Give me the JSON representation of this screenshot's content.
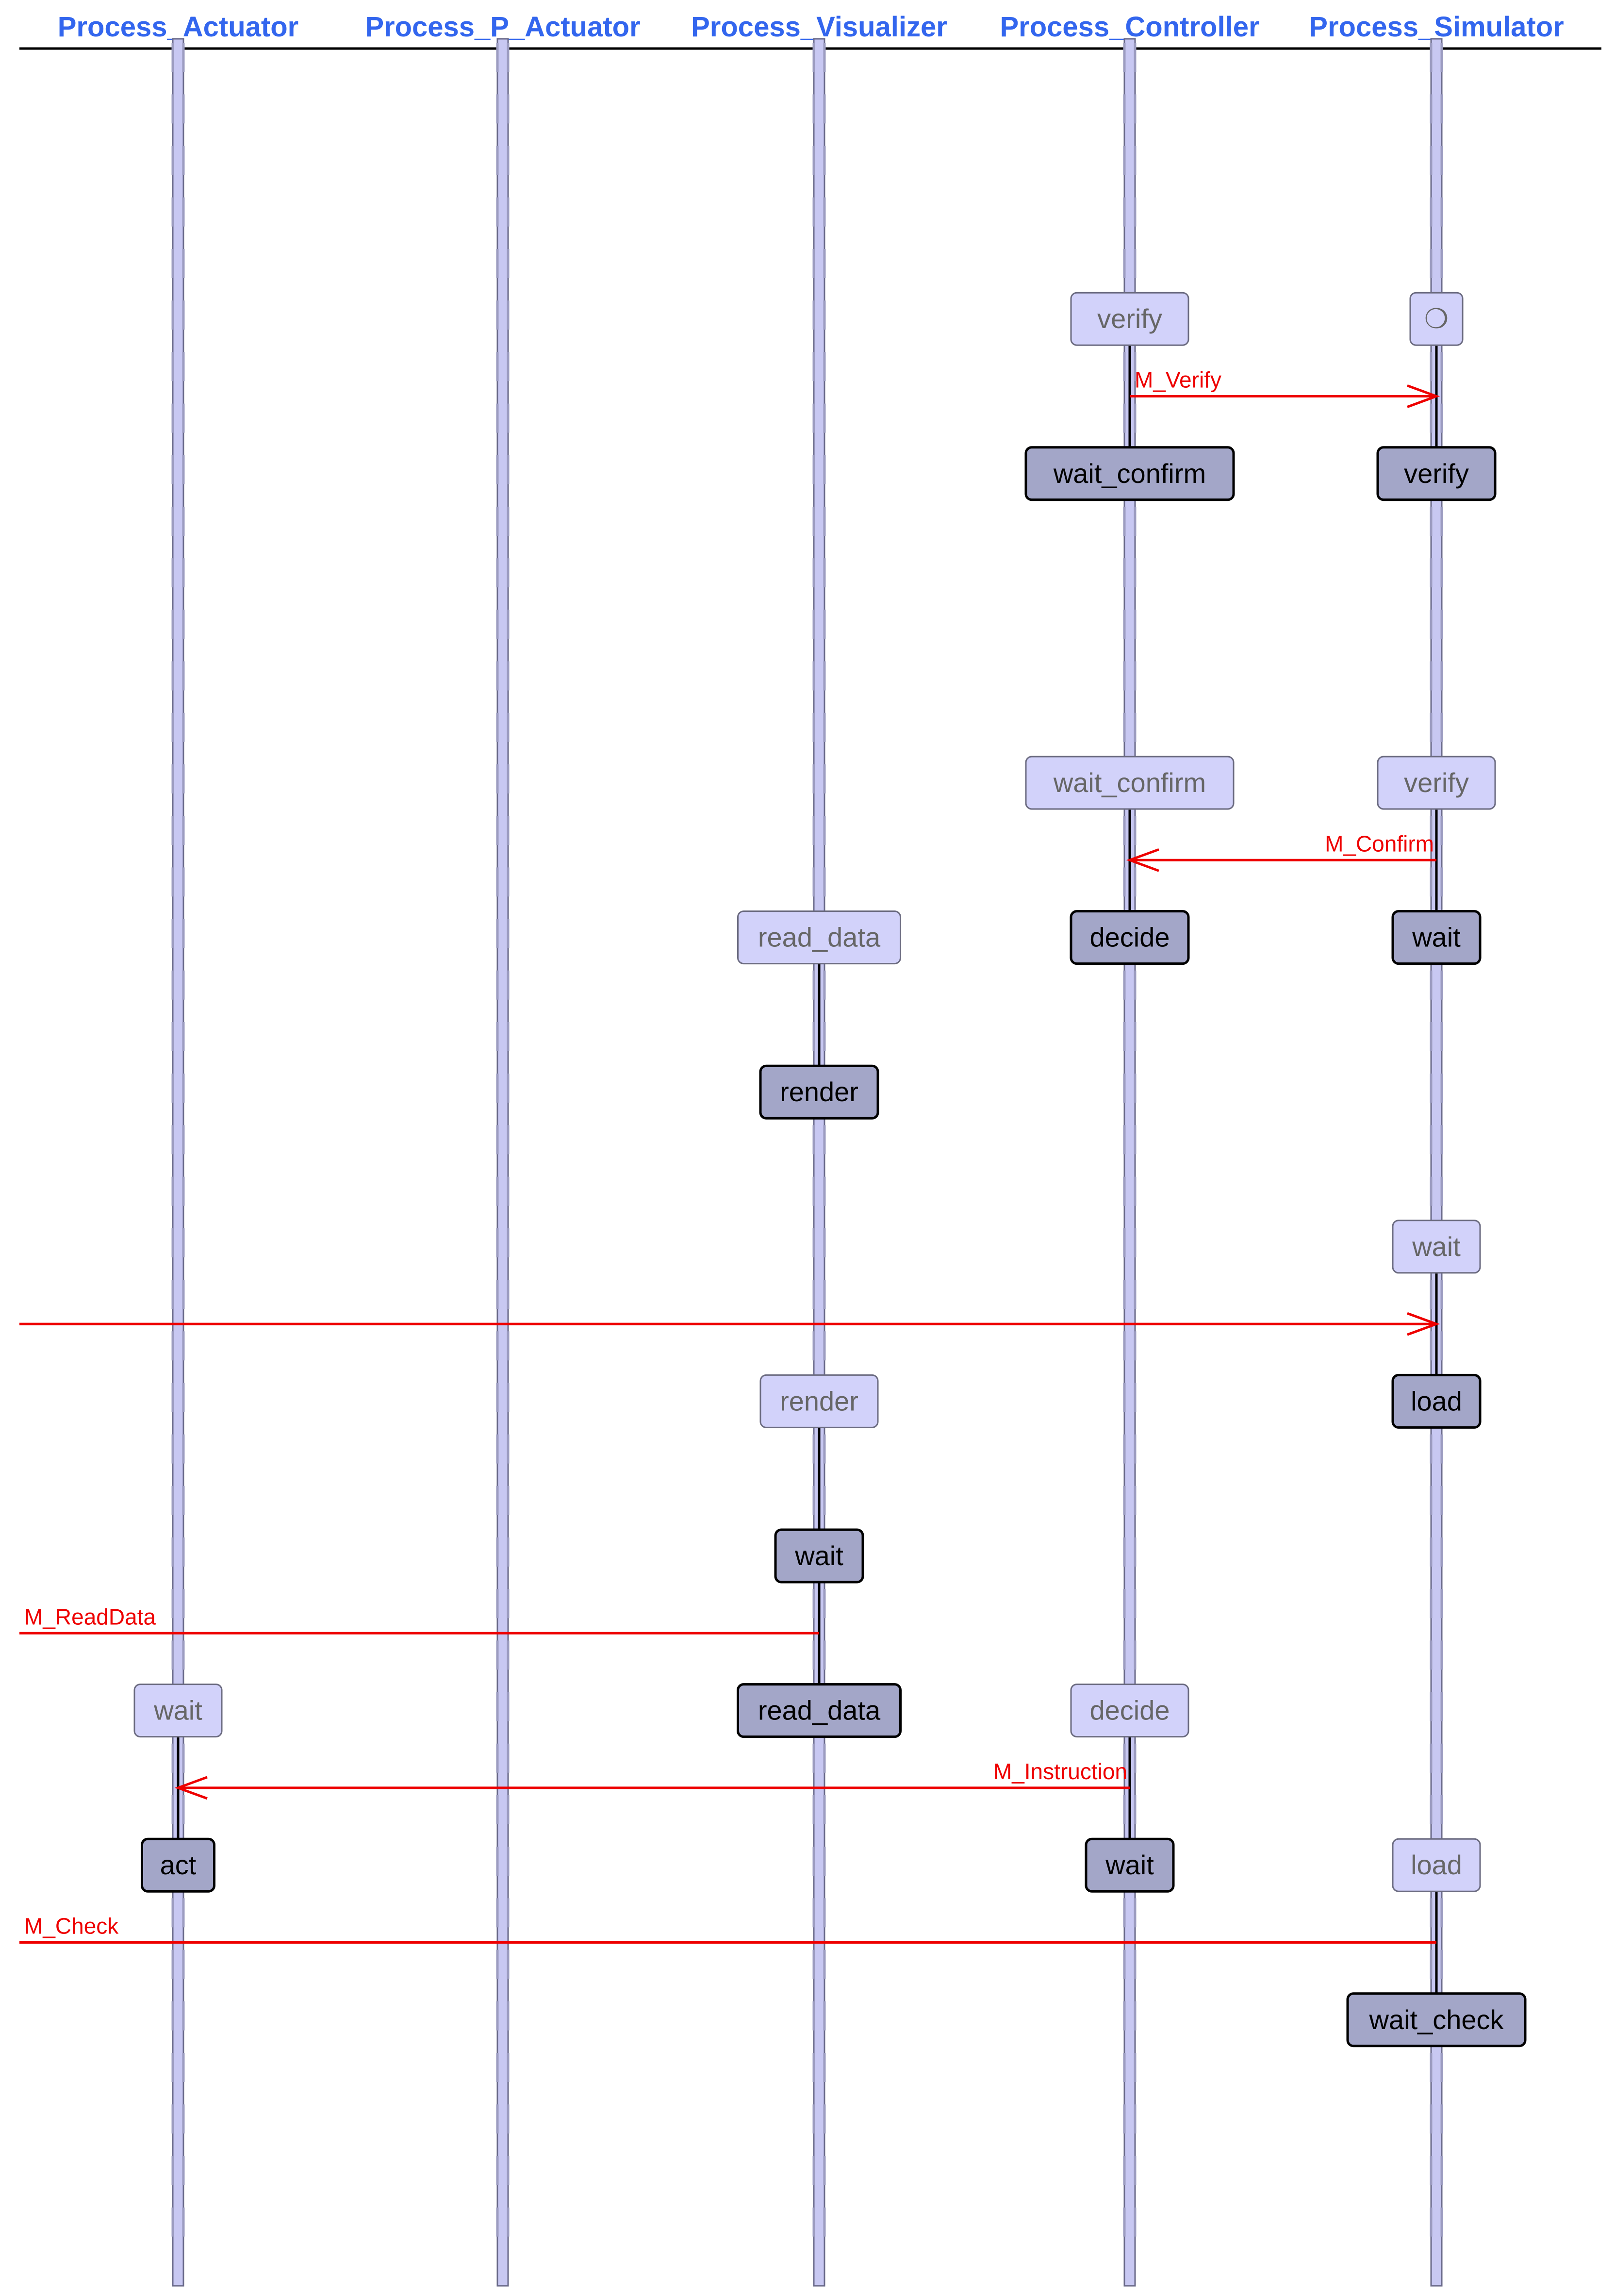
{
  "colors": {
    "header": "#3366ee",
    "lifeline_fill": "#c8c8f2",
    "lifeline_stroke": "#6a6a8a",
    "state_current_fill": "#d2d2fa",
    "state_current_text": "#666666",
    "state_next_fill": "#a3a6c8",
    "state_next_text": "#000000",
    "message": "#ee0000",
    "rule": "#000000"
  },
  "processes": [
    {
      "id": "actuator",
      "label": "Process_Actuator"
    },
    {
      "id": "p_actuator",
      "label": "Process_P_Actuator"
    },
    {
      "id": "visualizer",
      "label": "Process_Visualizer"
    },
    {
      "id": "controller",
      "label": "Process_Controller"
    },
    {
      "id": "simulator",
      "label": "Process_Simulator"
    }
  ],
  "states": [
    {
      "process": "controller",
      "step": 6,
      "label": "verify",
      "kind": "current"
    },
    {
      "process": "simulator",
      "step": 6,
      "label": "❍",
      "kind": "current"
    },
    {
      "process": "controller",
      "step": 9,
      "label": "wait_confirm",
      "kind": "next"
    },
    {
      "process": "simulator",
      "step": 9,
      "label": "verify",
      "kind": "next"
    },
    {
      "process": "controller",
      "step": 15,
      "label": "wait_confirm",
      "kind": "current"
    },
    {
      "process": "simulator",
      "step": 15,
      "label": "verify",
      "kind": "current"
    },
    {
      "process": "visualizer",
      "step": 18,
      "label": "read_data",
      "kind": "current"
    },
    {
      "process": "controller",
      "step": 18,
      "label": "decide",
      "kind": "next"
    },
    {
      "process": "simulator",
      "step": 18,
      "label": "wait",
      "kind": "next"
    },
    {
      "process": "visualizer",
      "step": 21,
      "label": "render",
      "kind": "next"
    },
    {
      "process": "simulator",
      "step": 24,
      "label": "wait",
      "kind": "current"
    },
    {
      "process": "visualizer",
      "step": 27,
      "label": "render",
      "kind": "current"
    },
    {
      "process": "simulator",
      "step": 27,
      "label": "load",
      "kind": "next"
    },
    {
      "process": "visualizer",
      "step": 30,
      "label": "wait",
      "kind": "next"
    },
    {
      "process": "actuator",
      "step": 33,
      "label": "wait",
      "kind": "current"
    },
    {
      "process": "visualizer",
      "step": 33,
      "label": "read_data",
      "kind": "next"
    },
    {
      "process": "controller",
      "step": 33,
      "label": "decide",
      "kind": "current"
    },
    {
      "process": "actuator",
      "step": 36,
      "label": "act",
      "kind": "next"
    },
    {
      "process": "controller",
      "step": 36,
      "label": "wait",
      "kind": "next"
    },
    {
      "process": "simulator",
      "step": 36,
      "label": "load",
      "kind": "current"
    },
    {
      "process": "simulator",
      "step": 39,
      "label": "wait_check",
      "kind": "next"
    }
  ],
  "messages": [
    {
      "from": "controller",
      "to": "simulator",
      "step": 7.5,
      "label": "M_Verify",
      "arrow": true
    },
    {
      "from": "simulator",
      "to": "controller",
      "step": 16.5,
      "label": "M_Confirm",
      "arrow": true
    },
    {
      "from": "left-edge",
      "to": "simulator",
      "step": 25.5,
      "label": "",
      "arrow": true
    },
    {
      "from": "left-edge",
      "to": "visualizer",
      "step": 31.5,
      "label": "M_ReadData",
      "arrow": false
    },
    {
      "from": "controller",
      "to": "actuator",
      "step": 34.5,
      "label": "M_Instruction",
      "arrow": true
    },
    {
      "from": "left-edge",
      "to": "simulator",
      "step": 37.5,
      "label": "M_Check",
      "arrow": false
    }
  ],
  "edges": [
    {
      "process": "controller",
      "from_step": 6,
      "to_step": 9
    },
    {
      "process": "simulator",
      "from_step": 6,
      "to_step": 9
    },
    {
      "process": "controller",
      "from_step": 15,
      "to_step": 18
    },
    {
      "process": "simulator",
      "from_step": 15,
      "to_step": 18
    },
    {
      "process": "visualizer",
      "from_step": 18,
      "to_step": 21
    },
    {
      "process": "simulator",
      "from_step": 24,
      "to_step": 27
    },
    {
      "process": "visualizer",
      "from_step": 27,
      "to_step": 30
    },
    {
      "process": "visualizer",
      "from_step": 30,
      "to_step": 33
    },
    {
      "process": "actuator",
      "from_step": 33,
      "to_step": 36
    },
    {
      "process": "controller",
      "from_step": 33,
      "to_step": 36
    },
    {
      "process": "simulator",
      "from_step": 36,
      "to_step": 39
    }
  ]
}
